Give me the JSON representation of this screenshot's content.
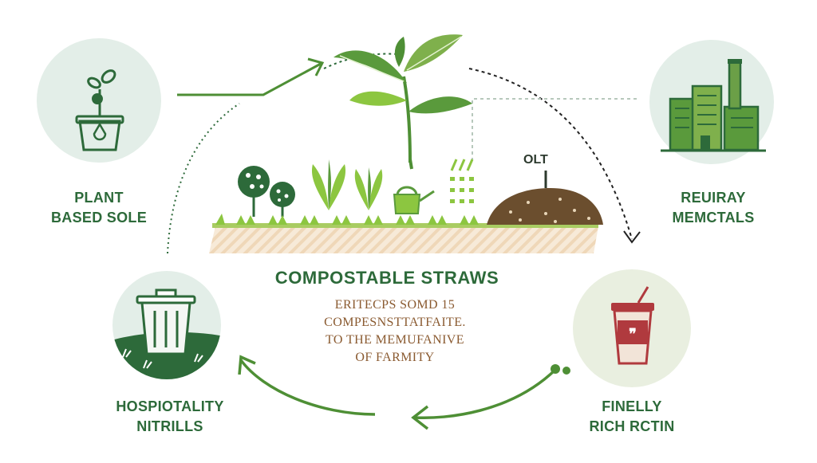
{
  "nodes": {
    "plant_based_sole": {
      "line1": "PLANT",
      "line2": "BASED SOLE",
      "icon": "plant-pot-icon"
    },
    "regulatory_materials": {
      "line1": "REUIRAY",
      "line2": "MEMCTALS",
      "icon": "factory-icon"
    },
    "finelly_rich_rctin": {
      "line1": "FINELLY",
      "line2": "RICH RCTIN",
      "icon": "coffee-cup-icon"
    },
    "hospitality_nitrills": {
      "line1": "HOSPIOTALITY",
      "line2": "NITRILLS",
      "icon": "trash-bin-icon"
    }
  },
  "center": {
    "title": "COMPOSTABLE STRAWS",
    "description": [
      "ERITECPS SOMD 15",
      "COMPESNSTTATFAITE.",
      "TO THE MEMUFANIVE",
      "OF FARMITY"
    ],
    "soil_label": "OLT"
  },
  "colors": {
    "green_dark": "#2d6a3a",
    "green_mid": "#5a9a3c",
    "green_light": "#8cc640",
    "circle_bg": "#e3eee8",
    "brown_text": "#8a5a30",
    "compost": "#6b4e2e",
    "cup_red": "#b03a3e",
    "soil_stripe": "#f1dcc0"
  }
}
